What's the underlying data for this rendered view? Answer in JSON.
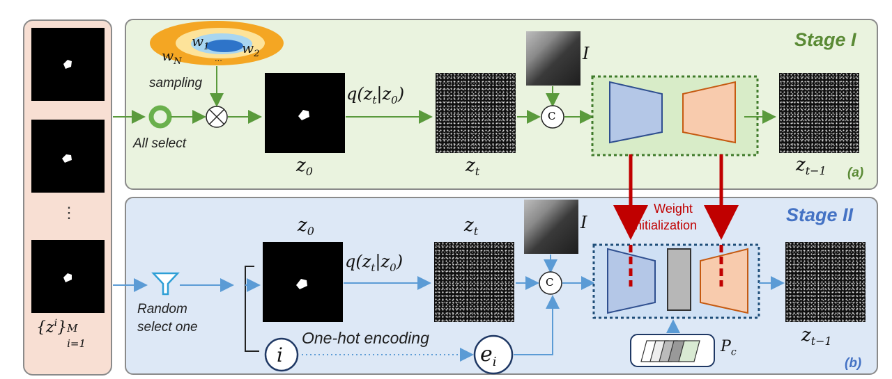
{
  "stage1": {
    "title": "Stage I",
    "tag": "(a)"
  },
  "stage2": {
    "title": "Stage II",
    "tag": "(b)"
  },
  "left_column": {
    "ellipsis": "⋮",
    "set_label": "{z",
    "set_sup": "i",
    "set_close": "}",
    "set_sub": "i=1",
    "set_M": "M"
  },
  "weights": {
    "w1": "w",
    "w1_sub": "1",
    "w2": "w",
    "w2_sub": "2",
    "wN": "w",
    "wN_sub": "N",
    "dots": "..."
  },
  "labels": {
    "sampling": "sampling",
    "all_select": "All select",
    "random_select_line1": "Random",
    "random_select_line2": "select one",
    "one_hot": "One-hot encoding",
    "weight_init_line1": "Weight",
    "weight_init_line2": "Initialization",
    "q_expr": "q(z",
    "q_t": "t",
    "q_mid": "|z",
    "q_0": "0",
    "q_close": ")",
    "z": "z",
    "sub_0": "0",
    "sub_t": "t",
    "sub_t1": "t−1",
    "I": "I",
    "concat": "C",
    "index_i": "i",
    "e": "e",
    "e_sub": "i",
    "P": "P",
    "P_sub": "c"
  },
  "colors": {
    "stage1_accent": "#5a8a35",
    "stage2_accent": "#4472c4",
    "arrow_green": "#5a9a3c",
    "arrow_blue": "#5b9bd5",
    "weight_red": "#c00000",
    "encoder_fill": "#b4c7e7",
    "decoder_fill": "#f8cbad",
    "bottleneck_fill": "#b7b7b7"
  },
  "icons": [
    "ring-select-icon",
    "multiply-icon",
    "concat-icon",
    "funnel-icon",
    "gaussian-weights-icon",
    "prompt-stack-icon"
  ]
}
